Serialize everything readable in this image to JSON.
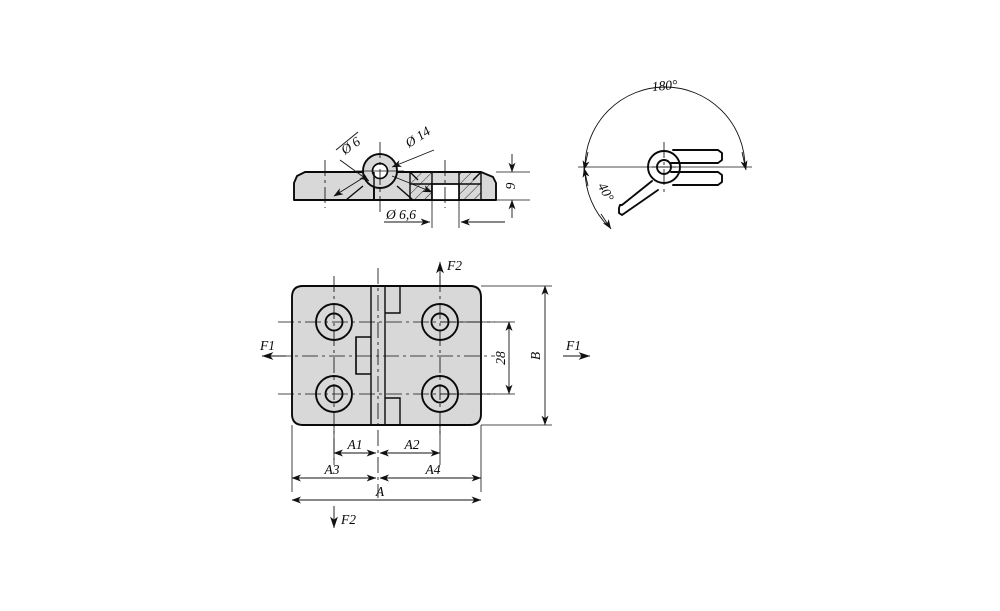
{
  "drawing": {
    "title": "Hinge assembly technical drawing",
    "background_color": "#ffffff",
    "line_color": "#0a0a0a",
    "fill_color": "#d8d8d8",
    "views": {
      "side": {
        "name": "side-elevation-view",
        "dimensions": {
          "bore_small": "Ø 6",
          "boss_outer": "Ø 14",
          "through_hole": "Ø 6,6",
          "thickness": "9"
        }
      },
      "swing": {
        "name": "swing-angle-view",
        "dimensions": {
          "max_angle": "180°",
          "min_angle": "40°"
        }
      },
      "plan": {
        "name": "plan-front-view",
        "dimensions": {
          "hole_spacing_vertical": "28",
          "height_overall": "B",
          "hole_left_from_center": "A1",
          "hole_right_from_center": "A2",
          "left_half_width": "A3",
          "right_half_width": "A4",
          "width_overall": "A"
        },
        "loads": {
          "horizontal": "F1",
          "vertical": "F2"
        }
      }
    }
  }
}
